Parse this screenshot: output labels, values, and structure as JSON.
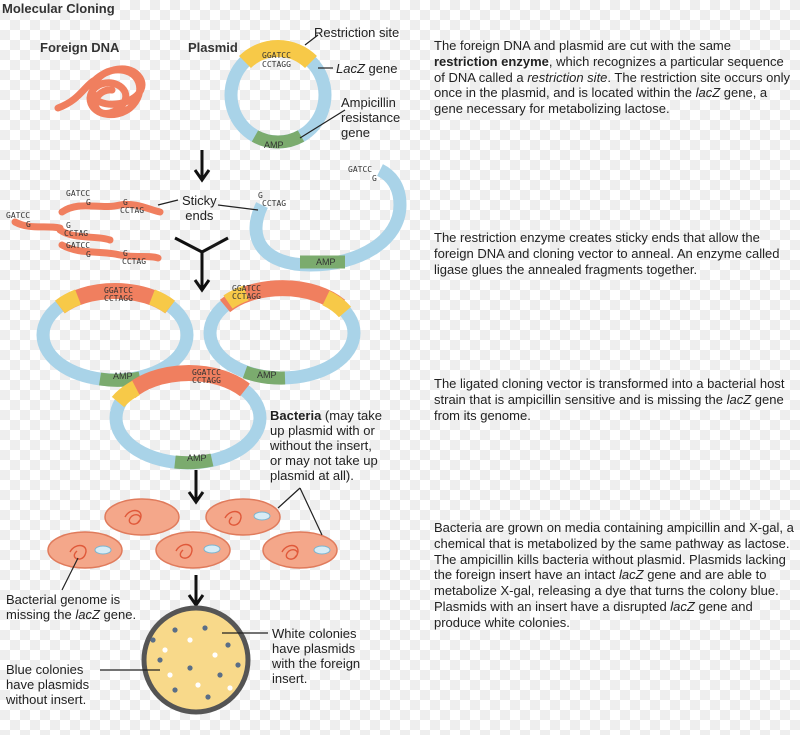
{
  "title": "Molecular Cloning",
  "headers": {
    "foreign_dna": "Foreign DNA",
    "plasmid": "Plasmid"
  },
  "labels": {
    "restriction_site": "Restriction site",
    "lacz_gene_italic": "LacZ",
    "lacz_gene_rest": " gene",
    "ampicillin_line1": "Ampicillin",
    "ampicillin_line2": "resistance",
    "ampicillin_line3": "gene",
    "sticky_line1": "Sticky",
    "sticky_line2": "ends",
    "bacteria_bold": "Bacteria",
    "bacteria_line1_rest": " (may take",
    "bacteria_line2": "up plasmid with or",
    "bacteria_line3": "without the insert,",
    "bacteria_line4": "or may not take up",
    "bacteria_line5": "plasmid at all).",
    "genome_line1": "Bacterial genome is",
    "genome_line2_pre": "missing the ",
    "genome_line2_italic": "lacZ",
    "genome_line2_post": " gene.",
    "white_line1": "White colonies",
    "white_line2": "have plasmids",
    "white_line3": "with the foreign",
    "white_line4": "insert.",
    "blue_line1": "Blue colonies",
    "blue_line2": "have plasmids",
    "blue_line3": "without insert."
  },
  "sequences": {
    "top": "GGATCC",
    "bottom": "CCTAGG",
    "gatcc": "GATCC",
    "g": "G",
    "cctag": "CCTAG",
    "amp": "AMP"
  },
  "descriptions": {
    "d1": {
      "a": "The foreign DNA and plasmid are cut with the same ",
      "b": "restriction enzyme",
      "c": ", which recognizes a particular sequence of DNA called a ",
      "d": "restriction site",
      "e": ". The restriction site occurs only once in the plasmid, and is located within the ",
      "f": "lacZ",
      "g": " gene, a gene necessary for metabolizing lactose."
    },
    "d2": "The restriction enzyme creates sticky ends that allow the foreign DNA and cloning vector to anneal. An enzyme called ligase glues the annealed fragments together.",
    "d3": {
      "a": "The ligated cloning vector is transformed into a bacterial host strain that is ampicillin sensitive and is missing the ",
      "b": "lacZ",
      "c": " gene from its genome."
    },
    "d4": {
      "a": "Bacteria are grown on media containing ampicillin and X-gal, a chemical that is metabolized by the same pathway as lactose. The ampicillin kills bacteria without plasmid. Plasmids lacking the foreign insert have an intact ",
      "b": "lacZ",
      "c": " gene and are able to metabolize X-gal, releasing a dye that turns the colony blue. Plasmids with an insert have a disrupted ",
      "d": "lacZ",
      "e": " gene and produce white colonies."
    }
  },
  "colors": {
    "plasmid": "#a9d3e8",
    "foreign_dna": "#f07f5f",
    "restriction_site": "#f7c948",
    "amp": "#7bab6e",
    "bacteria": "#f4a78a",
    "petri": "#f8d98a"
  }
}
